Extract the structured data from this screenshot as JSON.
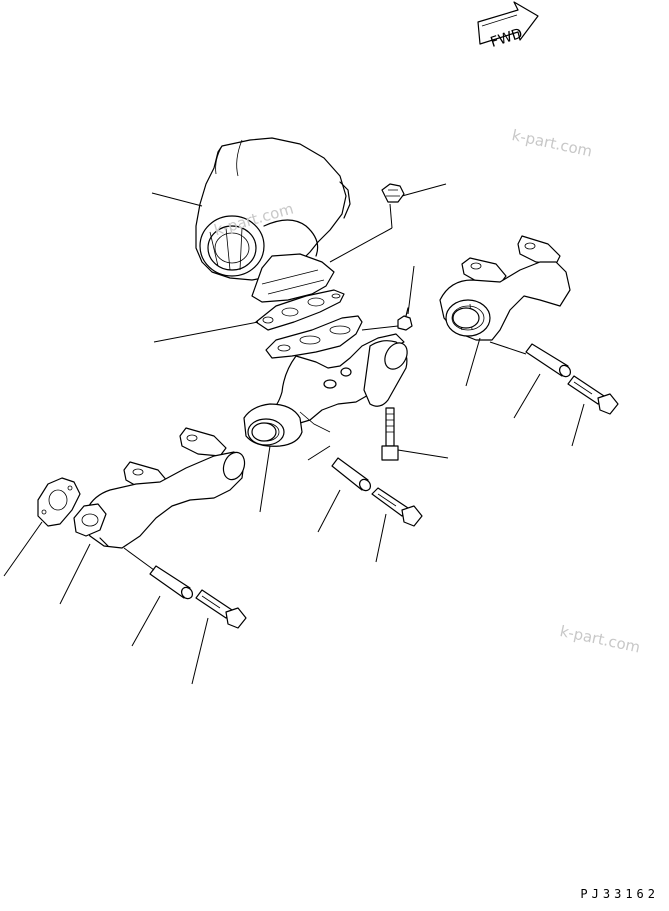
{
  "drawing": {
    "code": "PJ33162",
    "direction_marker": "FWD",
    "watermarks": [
      "k-part.com",
      "k-part.com",
      "k-part.com"
    ]
  },
  "parts": [
    {
      "id": "turbocharger"
    },
    {
      "id": "nut"
    },
    {
      "id": "turbo-gasket"
    },
    {
      "id": "sensor-fitting"
    },
    {
      "id": "center-exhaust-manifold"
    },
    {
      "id": "center-bolt"
    },
    {
      "id": "center-seal-ring"
    },
    {
      "id": "center-spacer"
    },
    {
      "id": "center-mounting-bolt"
    },
    {
      "id": "rear-exhaust-manifold"
    },
    {
      "id": "rear-seal-ring"
    },
    {
      "id": "rear-spacer"
    },
    {
      "id": "rear-mounting-bolt"
    },
    {
      "id": "front-exhaust-manifold"
    },
    {
      "id": "front-gasket"
    },
    {
      "id": "front-spacer"
    },
    {
      "id": "front-mounting-bolt"
    }
  ]
}
